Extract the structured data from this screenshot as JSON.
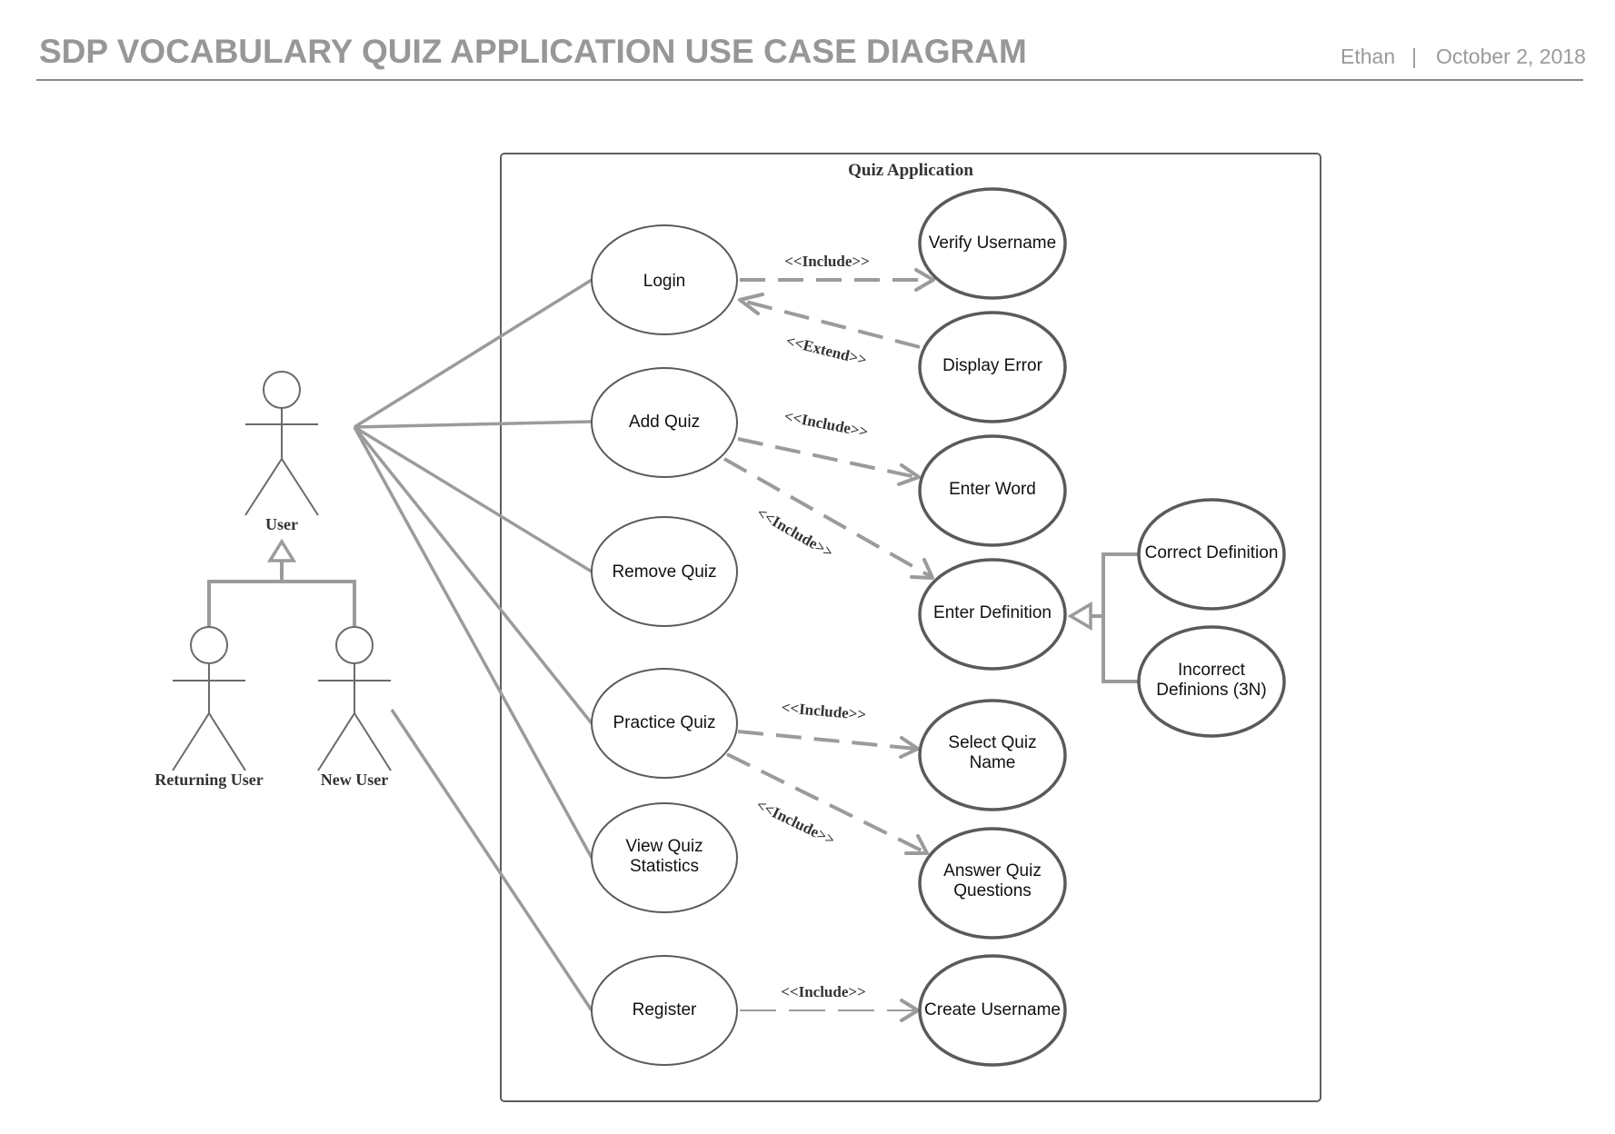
{
  "header": {
    "title": "SDP VOCABULARY QUIZ APPLICATION USE CASE DIAGRAM",
    "author": "Ethan",
    "separator": "|",
    "date": "October 2, 2018"
  },
  "system": {
    "name": "Quiz Application"
  },
  "actors": {
    "user": "User",
    "returning_user": "Returning User",
    "new_user": "New User"
  },
  "use_cases": {
    "login": [
      "Login"
    ],
    "add_quiz": [
      "Add Quiz"
    ],
    "remove_quiz": [
      "Remove Quiz"
    ],
    "practice_quiz": [
      "Practice Quiz"
    ],
    "view_quiz_statistics": [
      "View Quiz",
      "Statistics"
    ],
    "register": [
      "Register"
    ],
    "verify_username": [
      "Verify Username"
    ],
    "display_error": [
      "Display Error"
    ],
    "enter_word": [
      "Enter Word"
    ],
    "enter_definition": [
      "Enter Definition"
    ],
    "select_quiz_name": [
      "Select Quiz",
      "Name"
    ],
    "answer_quiz_questions": [
      "Answer Quiz",
      "Questions"
    ],
    "create_username": [
      "Create Username"
    ],
    "correct_definition": [
      "Correct Definition"
    ],
    "incorrect_definitions": [
      "Incorrect",
      "Definions (3N)"
    ]
  },
  "stereotypes": {
    "login_verify": "<<Include>>",
    "display_error_extend": "<<Extend>>",
    "add_quiz_word": "<<Include>>",
    "add_quiz_definition": "<<Include>>",
    "practice_select": "<<Include>>",
    "practice_answer": "<<Include>>",
    "register_create": "<<Include>>"
  }
}
